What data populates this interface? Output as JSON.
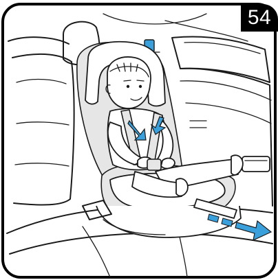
{
  "step": {
    "number": "54"
  },
  "colors": {
    "arrow": "#3aa0dc",
    "frame": "#000000",
    "shade": "#e6e6e6"
  },
  "icons": [
    "arrow-down-left",
    "arrow-down-right",
    "pull-arrow"
  ]
}
